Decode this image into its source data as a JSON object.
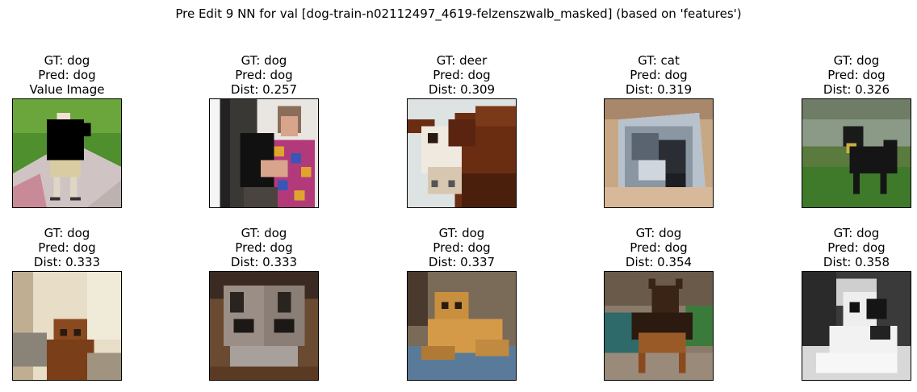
{
  "figure": {
    "suptitle": "Pre Edit 9 NN for val [dog-train-n02112497_4619-felzenszwalb_masked] (based on 'features')"
  },
  "panels": [
    {
      "gt": "GT: dog",
      "pred": "Pred: dog",
      "extra": "Value Image",
      "subject": "person-masked-on-path"
    },
    {
      "gt": "GT: dog",
      "pred": "Pred: dog",
      "extra": "Dist: 0.257",
      "subject": "person-holding-dog"
    },
    {
      "gt": "GT: deer",
      "pred": "Pred: dog",
      "extra": "Dist: 0.309",
      "subject": "brown-white-cow"
    },
    {
      "gt": "GT: cat",
      "pred": "Pred: dog",
      "extra": "Dist: 0.319",
      "subject": "grey-dog-in-box"
    },
    {
      "gt": "GT: dog",
      "pred": "Pred: dog",
      "extra": "Dist: 0.326",
      "subject": "black-dog-by-pond"
    },
    {
      "gt": "GT: dog",
      "pred": "Pred: dog",
      "extra": "Dist: 0.333",
      "subject": "brown-dog-by-window"
    },
    {
      "gt": "GT: dog",
      "pred": "Pred: dog",
      "extra": "Dist: 0.333",
      "subject": "two-pug-puppies"
    },
    {
      "gt": "GT: dog",
      "pred": "Pred: dog",
      "extra": "Dist: 0.337",
      "subject": "golden-dog-lying"
    },
    {
      "gt": "GT: dog",
      "pred": "Pred: dog",
      "extra": "Dist: 0.354",
      "subject": "terrier-on-patio"
    },
    {
      "gt": "GT: dog",
      "pred": "Pred: dog",
      "extra": "Dist: 0.358",
      "subject": "grayscale-puppy"
    }
  ]
}
